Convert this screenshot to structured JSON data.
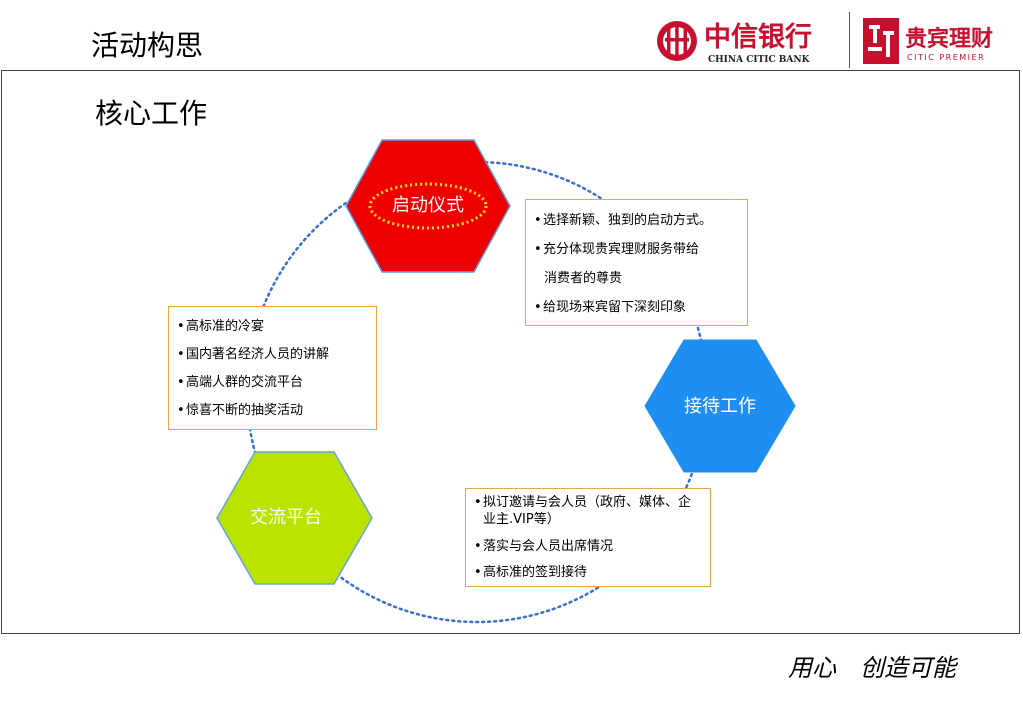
{
  "header": {
    "slide_title": "活动构思",
    "citic_logo": {
      "name_cn": "中信银行",
      "name_en": "CHINA CITIC BANK",
      "icon": "citic-bank-logo-icon",
      "color": "#c8102e"
    },
    "premier_logo": {
      "name_cn": "贵宾理财",
      "name_en": "CITIC PREMIER",
      "icon": "citic-premier-logo-icon",
      "color": "#c8102e"
    }
  },
  "main": {
    "section_title": "核心工作",
    "nodes": [
      {
        "label": "启动仪式",
        "color": "#ee0000"
      },
      {
        "label": "接待工作",
        "color": "#1e8ff0"
      },
      {
        "label": "交流平台",
        "color": "#b8e400"
      }
    ],
    "boxes": {
      "launch": {
        "items": [
          "选择新颖、独到的启动方式。",
          "充分体现贵宾理财服务带给",
          "消费者的尊贵",
          "给现场来宾留下深刻印象"
        ]
      },
      "platform": {
        "items": [
          "高标准的冷宴",
          "国内著名经济人员的讲解",
          "高端人群的交流平台",
          "惊喜不断的抽奖活动"
        ]
      },
      "reception": {
        "items": [
          "拟订邀请与会人员（政府、媒体、企业主.VIP等）",
          "落实与会人员出席情况",
          "高标准的签到接待"
        ]
      }
    },
    "colors": {
      "cycle_line": "#3a6fd0",
      "box_border": "#f0a24a",
      "highlight_ring": "#ffe000"
    }
  },
  "footer": {
    "tagline": "用心　创造可能"
  }
}
